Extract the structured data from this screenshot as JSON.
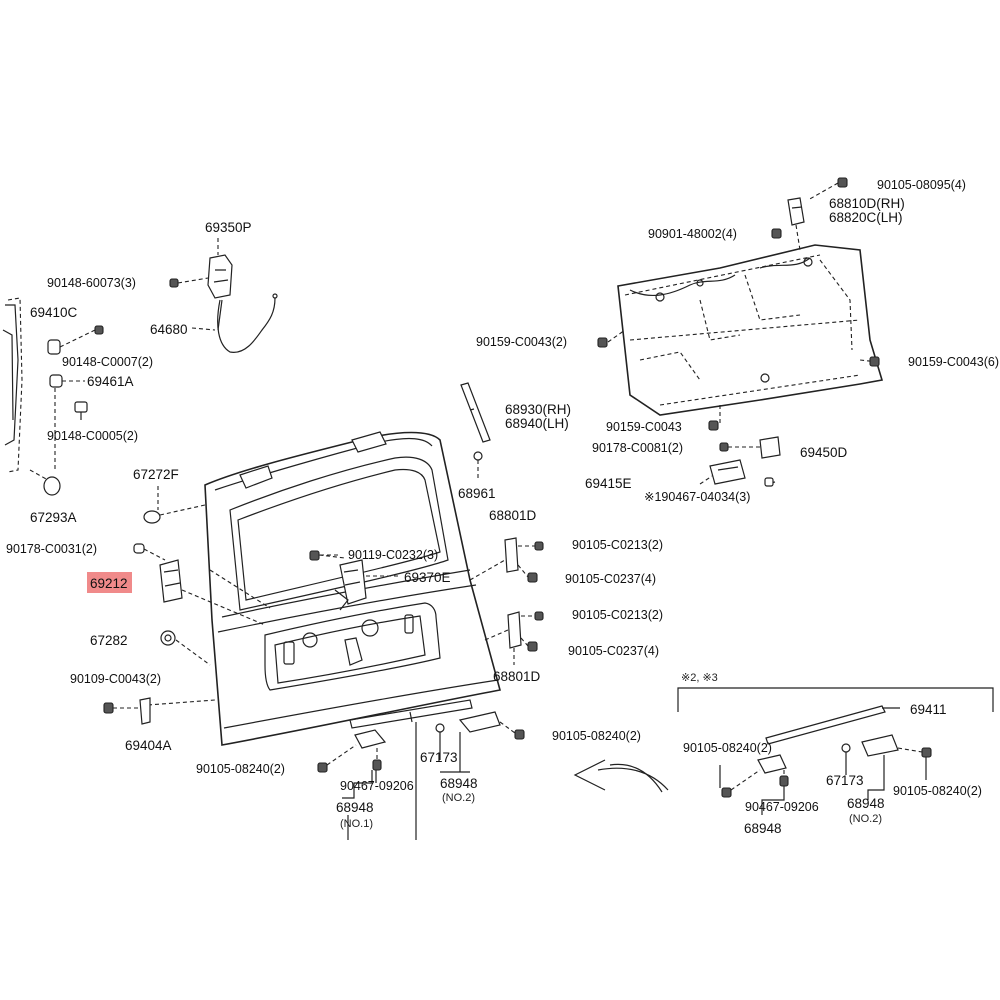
{
  "labels": {
    "p69350P": "69350P",
    "p90148_60073": "90148-60073(3)",
    "p64680": "64680",
    "p69410C": "69410C",
    "p90148_C0007": "90148-C0007(2)",
    "p69461A": "69461A",
    "p90148_C0005": "90148-C0005(2)",
    "p67272F": "67272F",
    "p67293A": "67293A",
    "p90178_C0031": "90178-C0031(2)",
    "p69212": "69212",
    "p67282": "67282",
    "p90109_C0043": "90109-C0043(2)",
    "p69404A": "69404A",
    "p90105_08240_left": "90105-08240(2)",
    "p90467_09206_left": "90467-09206",
    "p68948_left": "68948",
    "p68948_left_sub": "(NO.1)",
    "p67173_mid": "67173",
    "p68948_mid": "68948",
    "p68948_mid_sub": "(NO.2)",
    "p90105_08240_mid": "90105-08240(2)",
    "p90119_C0232": "90119-C0232(3)",
    "p69370E": "69370E",
    "p68930": "68930(RH)",
    "p68940": "68940(LH)",
    "p68961": "68961",
    "p68801D_top": "68801D",
    "p90105_C0213_a": "90105-C0213(2)",
    "p90105_C0237_a": "90105-C0237(4)",
    "p90105_C0213_b": "90105-C0213(2)",
    "p90105_C0237_b": "90105-C0237(4)",
    "p68801D_bot": "68801D",
    "p90105_08095": "90105-08095(4)",
    "p68810D": "68810D(RH)",
    "p68820C": "68820C(LH)",
    "p90901_48002": "90901-48002(4)",
    "p90159_C0043_left": "90159-C0043(2)",
    "p90159_C0043_right": "90159-C0043(6)",
    "p90159_C0043_bot": "90159-C0043",
    "p90178_C0081": "90178-C0081(2)",
    "p69450D": "69450D",
    "p69415E": "69415E",
    "p90467_04034": "※190467-04034(3)",
    "inset_note": "※2, ※3",
    "p69411": "69411",
    "p90105_08240_in_l": "90105-08240(2)",
    "p90467_09206_in": "90467-09206",
    "p68948_in_l": "68948",
    "p67173_in": "67173",
    "p68948_in_r": "68948",
    "p68948_in_r_sub": "(NO.2)",
    "p90105_08240_in_r": "90105-08240(2)"
  },
  "highlight": {
    "part": "69212",
    "color": "#f08a8a"
  },
  "colors": {
    "line": "#222222",
    "background": "#ffffff"
  }
}
